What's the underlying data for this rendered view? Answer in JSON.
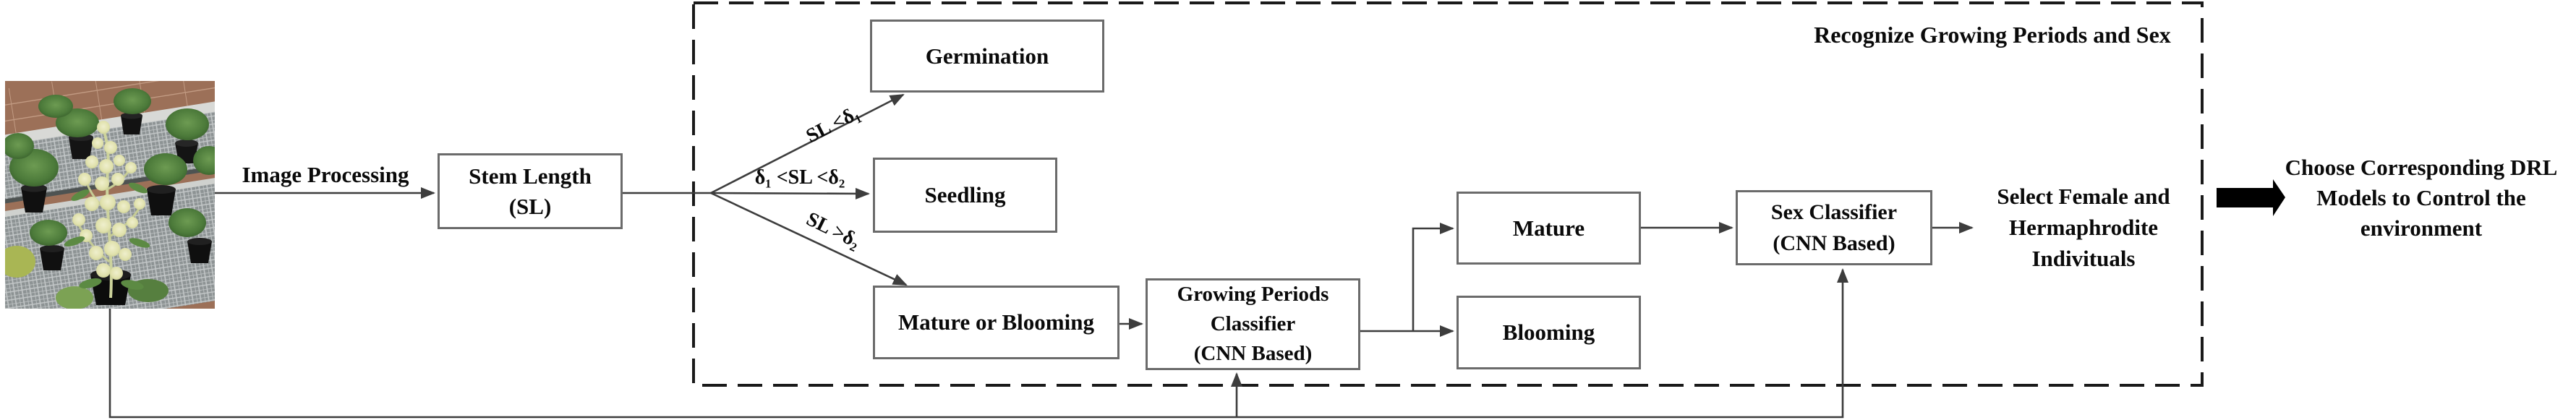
{
  "diagram": {
    "labels": {
      "image_processing": "Image Processing",
      "branch_top": "SL <δ₁",
      "branch_mid": "δ₁ <SL <δ₂",
      "branch_bottom": "SL >δ₂",
      "region_title": "Recognize Growing Periods and Sex"
    },
    "boxes": {
      "stem_length": {
        "line1": "Stem Length",
        "line2": "(SL)"
      },
      "germination": {
        "label": "Germination"
      },
      "seedling": {
        "label": "Seedling"
      },
      "mature_or_blooming": {
        "label": "Mature or Blooming"
      },
      "growing_periods_classifier": {
        "line1": "Growing Periods",
        "line2": "Classifier",
        "line3": "(CNN Based)"
      },
      "mature": {
        "label": "Mature"
      },
      "blooming": {
        "label": "Blooming"
      },
      "sex_classifier": {
        "line1": "Sex Classifier",
        "line2": "(CNN Based)"
      }
    },
    "outputs": {
      "select_individuals": {
        "line1": "Select Female and",
        "line2": "Hermaphrodite",
        "line3": "Indivituals"
      },
      "choose_drl": {
        "line1": "Choose Corresponding",
        "line2": "DRL Models to Control",
        "line3": "the environment"
      }
    },
    "colors": {
      "line": "#3d3d3d",
      "box_border": "#6b6b6b",
      "dashed_border": "#1a1a1a",
      "text": "#0a0a0a",
      "solid_arrow": "#000000"
    }
  }
}
